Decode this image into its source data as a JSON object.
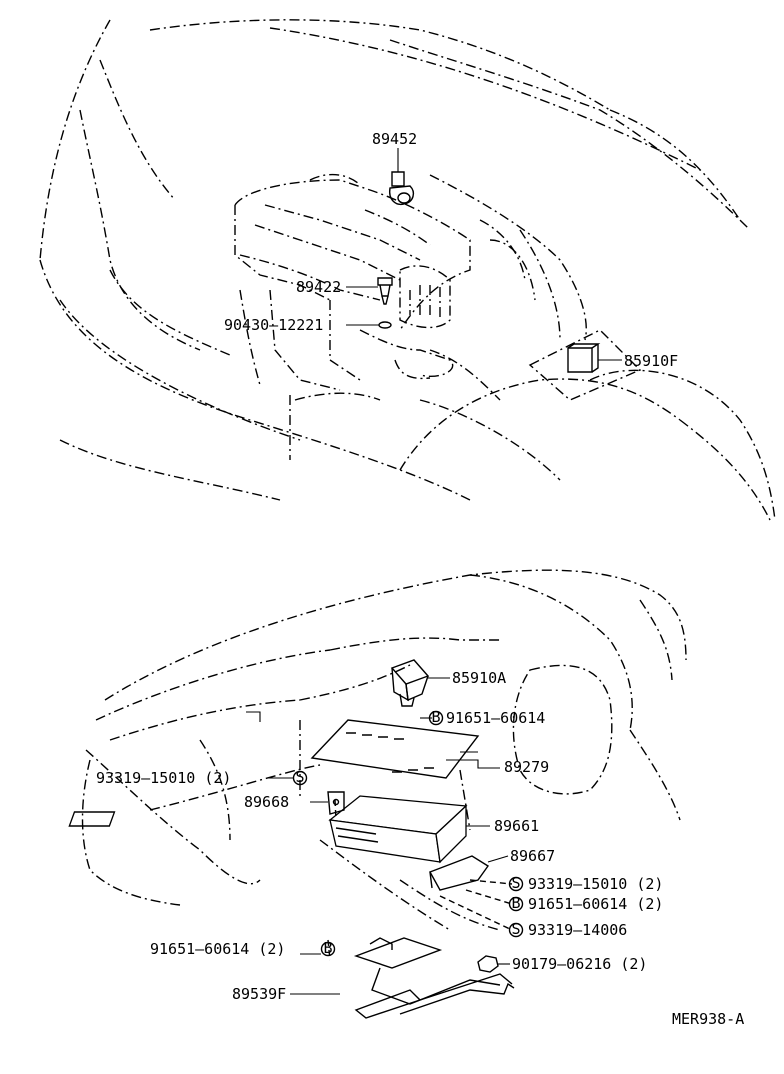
{
  "parts": {
    "p89452": "89452",
    "p89422": "89422",
    "p90430": "90430‒12221",
    "p85910F": "85910F",
    "p85910A": "85910A",
    "p91651a": "91651‒60614",
    "p89279": "89279",
    "p93319a": "93319‒15010 (2)",
    "p89668": "89668",
    "p89661": "89661",
    "p89667": "89667",
    "p93319b": "93319‒15010 (2)",
    "p91651b": "91651‒60614 (2)",
    "p93319c": "93319‒14006",
    "p91651c": "91651‒60614 (2)",
    "p90179": "90179‒06216 (2)",
    "p89539F": "89539F"
  },
  "symbols": {
    "s": "S",
    "b": "B"
  },
  "footer": {
    "ref": "MER938‑A"
  }
}
